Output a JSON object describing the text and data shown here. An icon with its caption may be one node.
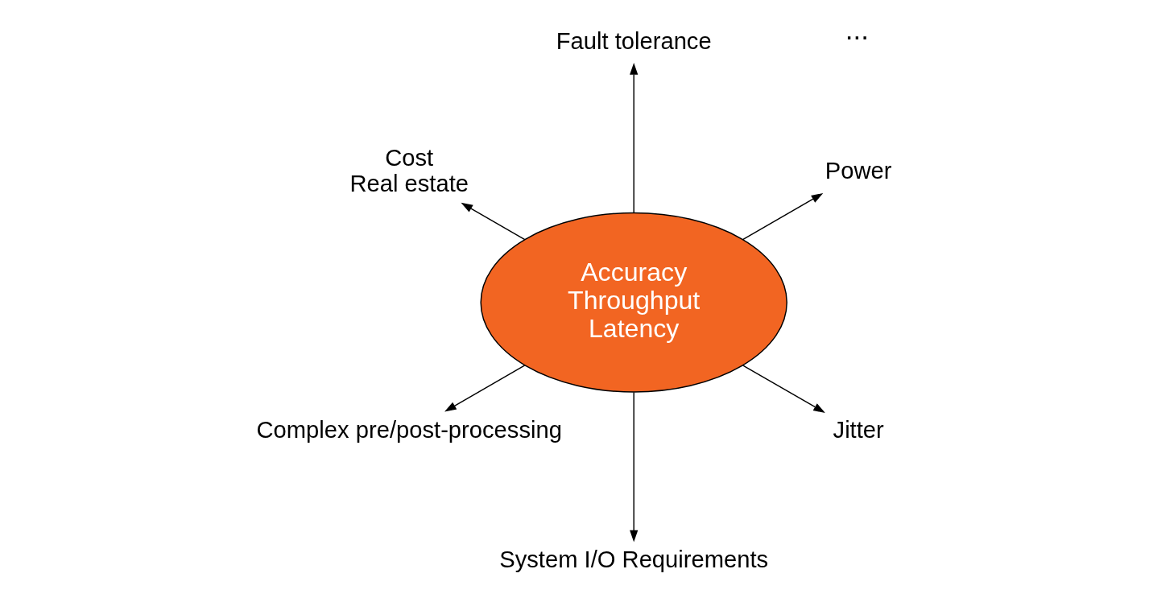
{
  "diagram": {
    "nodes": [
      {
        "text": [
          "Power"
        ]
      },
      {
        "text": [
          "Fault tolerance"
        ]
      },
      {
        "text": [
          "Accuracy",
          "Throughput",
          "Latency"
        ]
      },
      {
        "text": [
          "Cost",
          "Real estate"
        ]
      },
      {
        "text": [
          "Complex pre/post-processing"
        ]
      },
      {
        "text": [
          "System I/O Requirements"
        ]
      },
      {
        "text": [
          "Jitter"
        ]
      }
    ],
    "edges": [
      {
        "from": 2,
        "to": 0,
        "arrow": "to"
      },
      {
        "from": 2,
        "to": 1,
        "arrow": "to"
      },
      {
        "from": 2,
        "to": 3,
        "arrow": "to"
      },
      {
        "from": 2,
        "to": 4,
        "arrow": "to"
      },
      {
        "from": 2,
        "to": 5,
        "arrow": "to"
      },
      {
        "from": 2,
        "to": 6,
        "arrow": "to"
      }
    ],
    "labels": [
      "..."
    ]
  }
}
